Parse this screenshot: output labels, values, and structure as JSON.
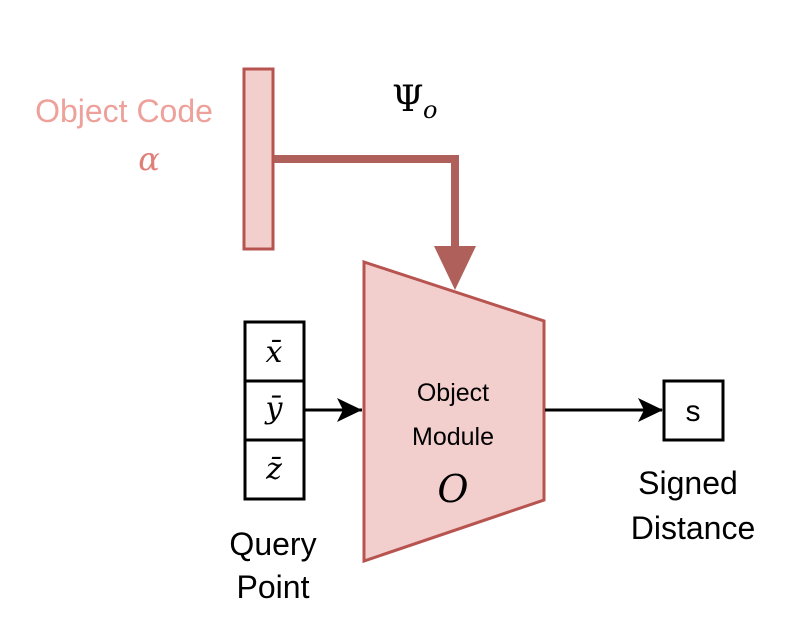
{
  "object_code": {
    "label": "Object Code",
    "symbol": "α"
  },
  "psi": {
    "base": "Ψ",
    "subscript": "o"
  },
  "object_module": {
    "line1": "Object",
    "line2": "Module",
    "symbol": "O"
  },
  "query": {
    "cells": [
      "x̄",
      "ȳ",
      "z̄"
    ],
    "label_line1": "Query",
    "label_line2": "Point"
  },
  "output": {
    "cell": "s",
    "label_line1": "Signed",
    "label_line2": "Distance"
  },
  "colors": {
    "code_text": "#eea19b",
    "code_fill": "#f2cfcd",
    "code_stroke": "#b85450",
    "module_fill": "#f2cfcd",
    "module_stroke": "#b85450",
    "arrow_red": "#b0605a",
    "ink": "#000000"
  }
}
